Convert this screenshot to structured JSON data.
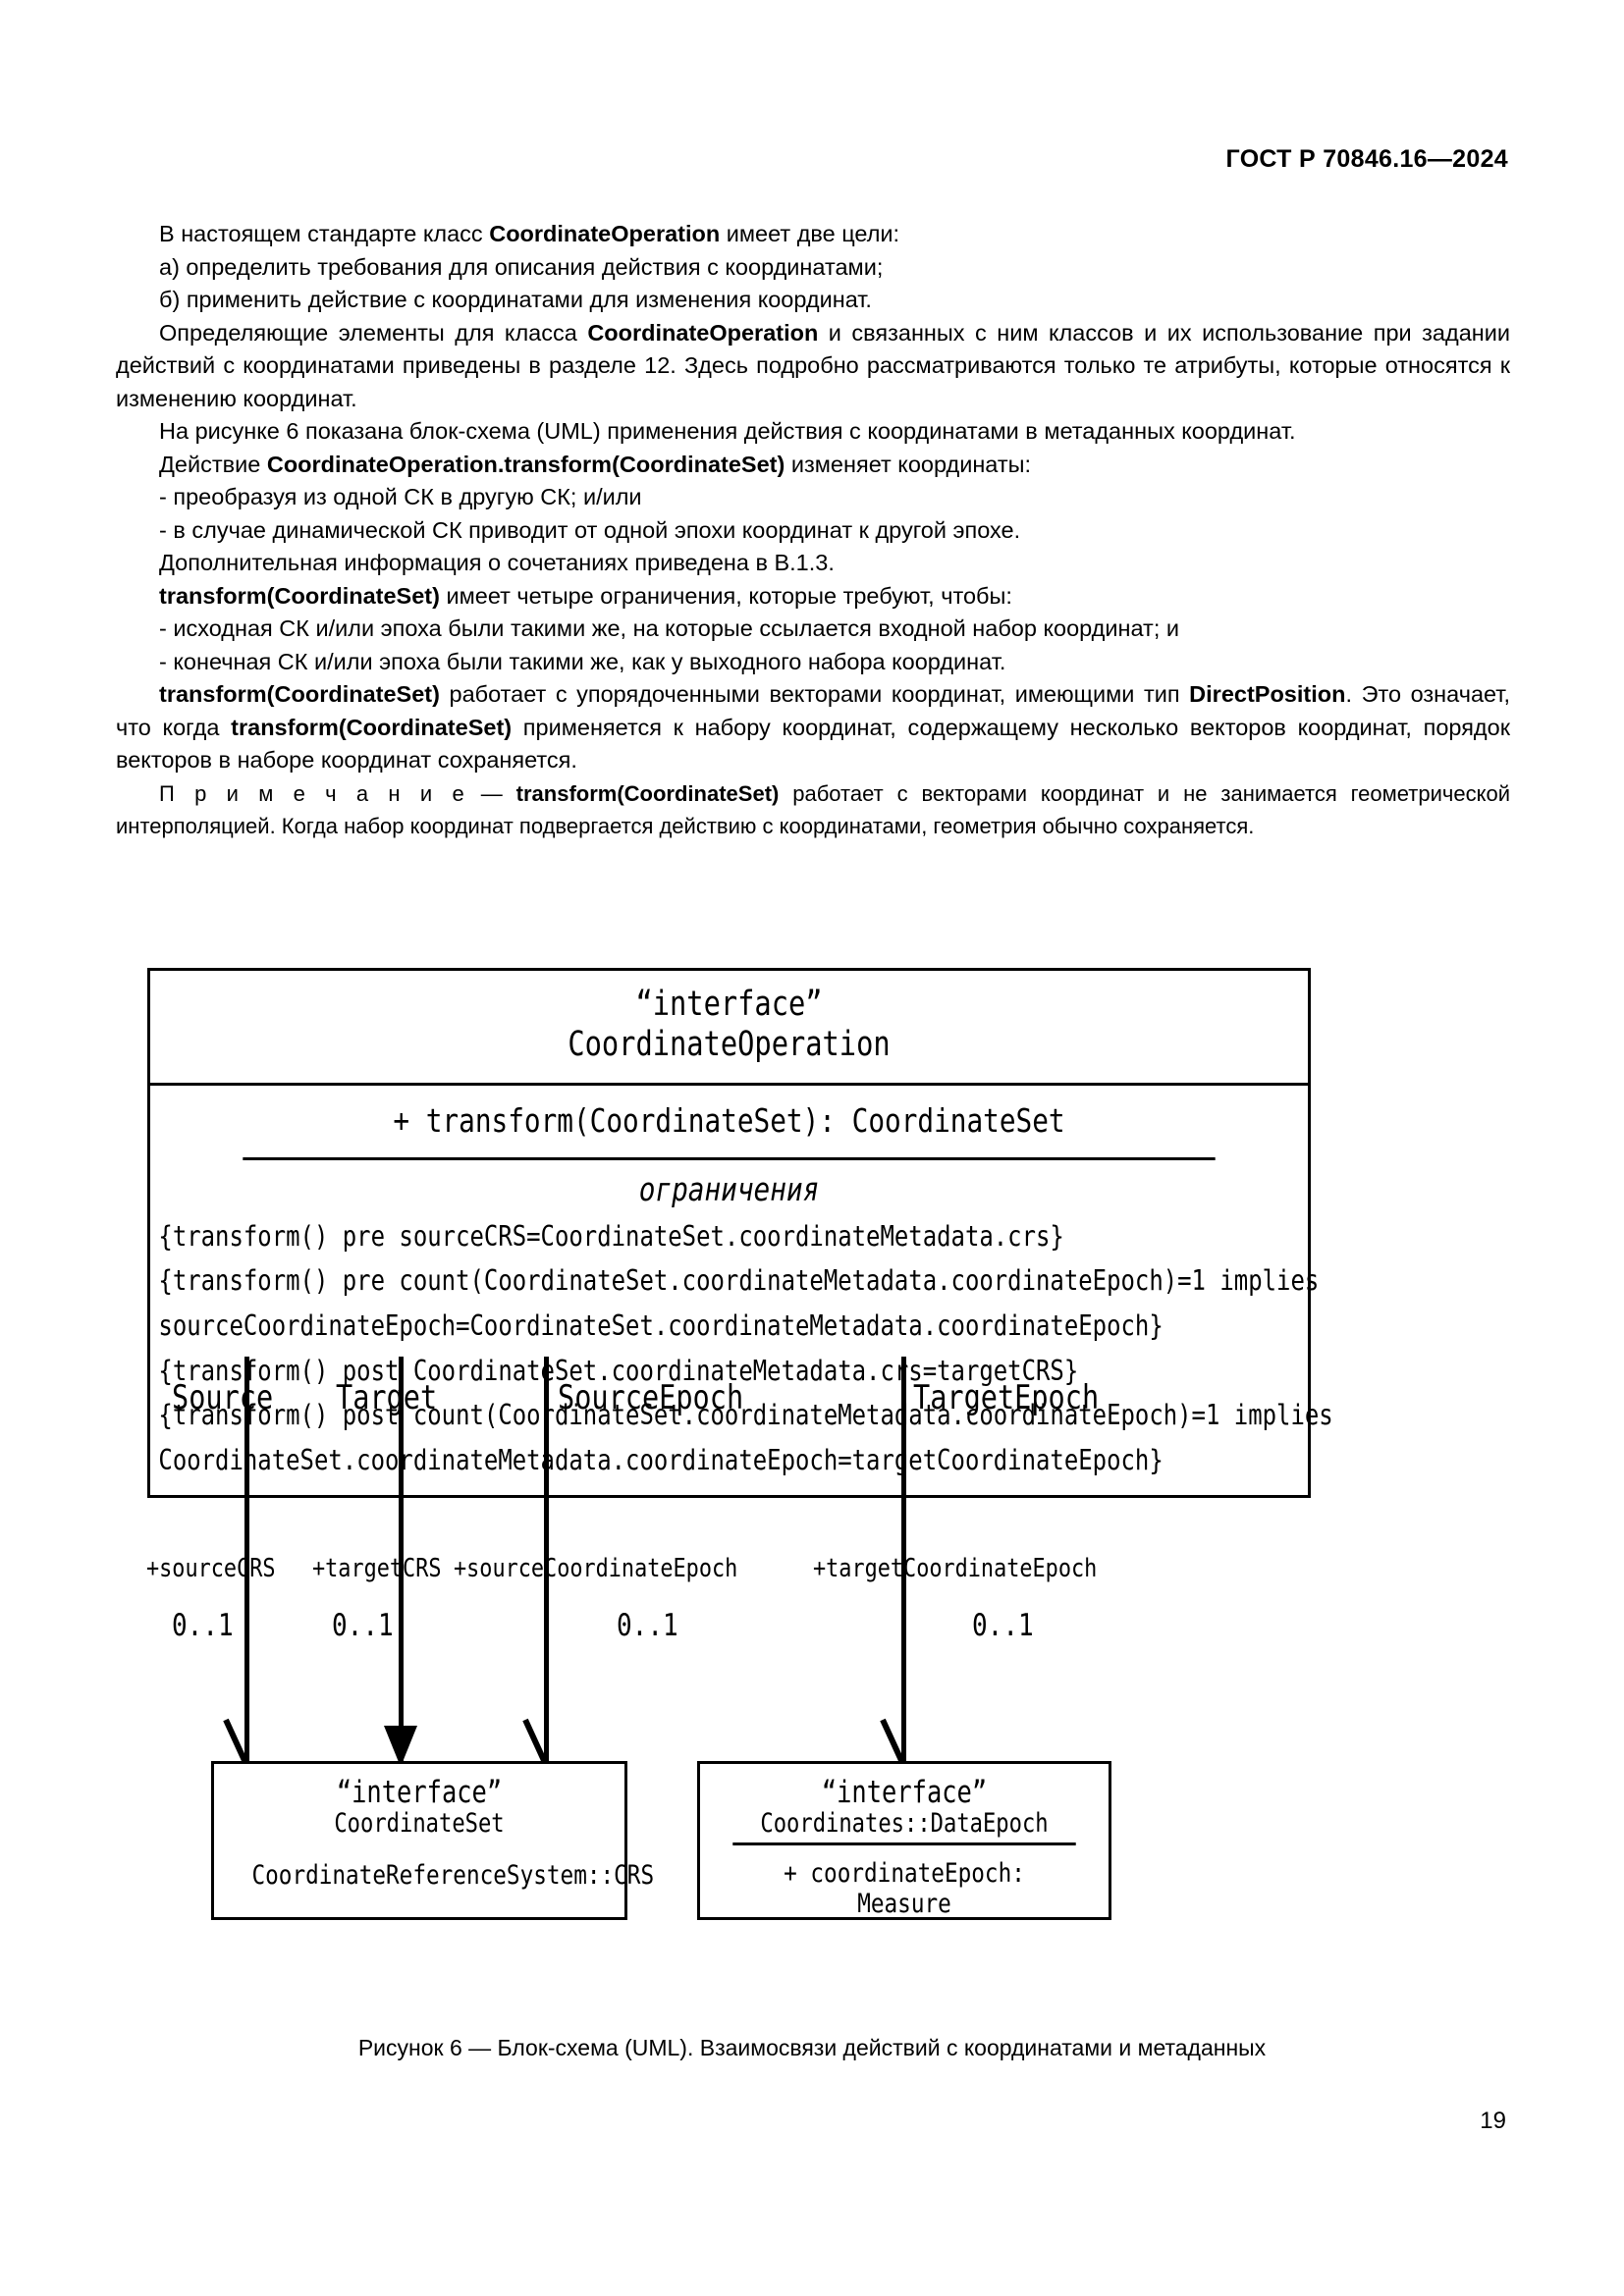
{
  "header": {
    "standard_id": "ГОСТ Р 70846.16—2024"
  },
  "body": {
    "p1": "В настоящем стандарте класс CoordinateOperation имеет две цели:",
    "p1_pre": "В настоящем стандарте класс ",
    "p1_bold": "CoordinateOperation",
    "p1_post": " имеет две цели:",
    "list_a": "а) определить требования для описания действия с координатами;",
    "list_b": "б) применить действие с координатами для изменения координат.",
    "p2_pre": "Определяющие элементы для класса ",
    "p2_bold": "CoordinateOperation",
    "p2_post": " и связанных с ним классов и их использование при задании действий с координатами приведены в разделе 12. Здесь подробно рассматриваются только те атрибуты, которые относятся к изменению координат.",
    "p3": "На рисунке 6 показана блок-схема (UML) применения действия с координатами в метаданных координат.",
    "p4_pre": "Действие ",
    "p4_bold": "CoordinateOperation.transform(CoordinateSet)",
    "p4_post": " изменяет координаты:",
    "d1": "- преобразуя из одной СК в другую СК; и/или",
    "d2": "- в случае динамической СК приводит от одной эпохи координат к другой эпохе.",
    "d3": "Дополнительная информация о сочетаниях приведена в В.1.3.",
    "p5_bold": "transform(CoordinateSet)",
    "p5_post": " имеет четыре ограничения, которые требуют, чтобы:",
    "d4": "- исходная СК и/или эпоха были такими же, на которые ссылается входной набор координат; и",
    "d5": "- конечная СК и/или эпоха были такими же, как у выходного набора координат.",
    "p6_bold1": "transform(CoordinateSet)",
    "p6_mid1": " работает с упорядоченными векторами координат, имеющими тип ",
    "p6_bold2": "DirectPosition",
    "p6_mid2": ". Это означает, что когда ",
    "p6_bold3": "transform(CoordinateSet)",
    "p6_post": " применяется к набору координат, содержащему несколько векторов координат, порядок векторов в наборе координат сохраняется.",
    "note_label": "П р и м е ч а н и е",
    "note_dash": " — ",
    "note_bold": "transform(CoordinateSet)",
    "note_post": " работает с векторами координат и не занимается геометрической интерполяцией. Когда набор координат подвергается действию с координатами, геометрия обычно сохраняется."
  },
  "diagram": {
    "main_class": {
      "stereotype": "“interface”",
      "name": "CoordinateOperation",
      "operation": "+ transform(CoordinateSet): CoordinateSet",
      "constraints_heading": "ограничения",
      "constraints": [
        "{transform() pre sourceCRS=CoordinateSet.coordinateMetadata.crs}",
        "{transform() pre count(CoordinateSet.coordinateMetadata.coordinateEpoch)=1 implies",
        "sourceCoordinateEpoch=CoordinateSet.coordinateMetadata.coordinateEpoch}",
        "{transform() post CoordinateSet.coordinateMetadata.crs=targetCRS}",
        "{transform() post count(CoordinateSet.coordinateMetadata.coordinateEpoch)=1 implies",
        "CoordinateSet.coordinateMetadata.coordinateEpoch=targetCoordinateEpoch}"
      ]
    },
    "associations": [
      {
        "name": "Source",
        "role": "+sourceCRS",
        "multiplicity": "0..1"
      },
      {
        "name": "Target",
        "role": "+targetCRS",
        "multiplicity": "0..1"
      },
      {
        "name": "SourceEpoch",
        "role": "+sourceCoordinateEpoch",
        "multiplicity": "0..1"
      },
      {
        "name": "TargetEpoch",
        "role": "+targetCoordinateEpoch",
        "multiplicity": "0..1"
      }
    ],
    "sub_left": {
      "stereotype": "“interface”",
      "name": "CoordinateSet",
      "attribute": "CoordinateReferenceSystem::CRS"
    },
    "sub_right": {
      "stereotype": "“interface”",
      "name": "Coordinates::DataEpoch",
      "attribute": "+ coordinateEpoch: Measure"
    }
  },
  "figure_caption": "Рисунок 6 — Блок-схема (UML). Взаимосвязи действий с координатами и метаданных",
  "page_number": "19"
}
